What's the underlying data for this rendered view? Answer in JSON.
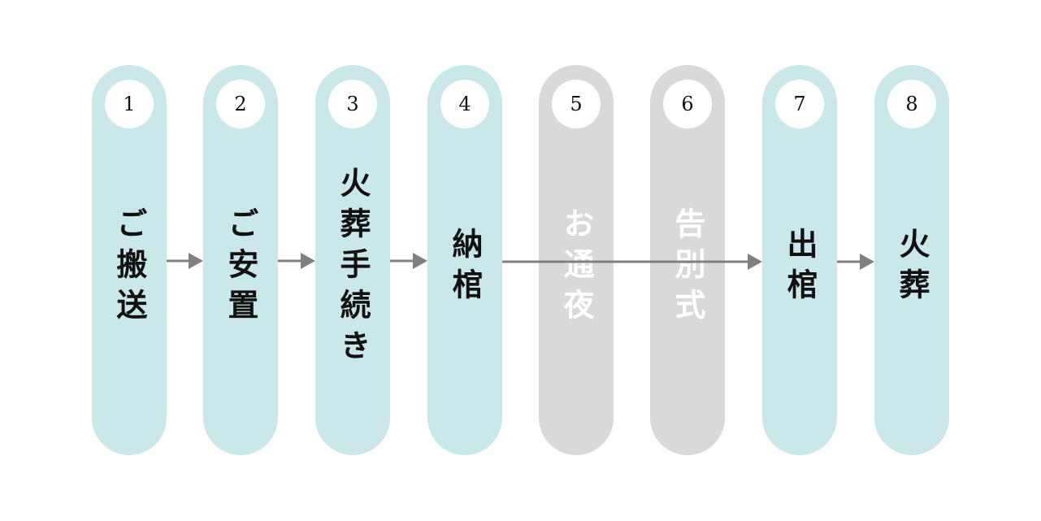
{
  "steps": [
    {
      "num": "1",
      "label": "ご搬送",
      "state": "active"
    },
    {
      "num": "2",
      "label": "ご安置",
      "state": "active"
    },
    {
      "num": "3",
      "label": "火葬手続き",
      "state": "active"
    },
    {
      "num": "4",
      "label": "納棺",
      "state": "active"
    },
    {
      "num": "5",
      "label": "お通夜",
      "state": "inactive"
    },
    {
      "num": "6",
      "label": "告別式",
      "state": "inactive"
    },
    {
      "num": "7",
      "label": "出棺",
      "state": "active"
    },
    {
      "num": "8",
      "label": "火葬",
      "state": "active"
    }
  ],
  "colors": {
    "active": "#cae8ea",
    "inactive": "#d9d9d9",
    "arrow": "#808080"
  }
}
